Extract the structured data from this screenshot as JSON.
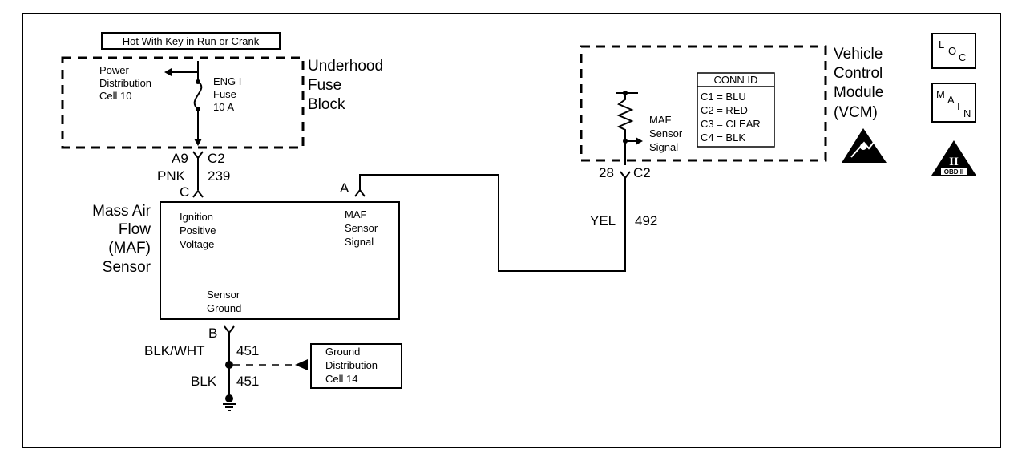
{
  "hot_label": "Hot With Key in Run or Crank",
  "underhood": {
    "title": [
      "Underhood",
      "Fuse",
      "Block"
    ],
    "pdc": [
      "Power",
      "Distribution",
      "Cell 10"
    ],
    "fuse": [
      "ENG I",
      "Fuse",
      "10 A"
    ]
  },
  "top_conn": {
    "left": "A9",
    "right": "C2"
  },
  "wire_pnk": {
    "color": "PNK",
    "circuit": "239"
  },
  "maf": {
    "pin_c": "C",
    "pin_a": "A",
    "pin_b": "B",
    "name": [
      "Mass Air",
      "Flow",
      "(MAF)",
      "Sensor"
    ],
    "ign": [
      "Ignition",
      "Positive",
      "Voltage"
    ],
    "sig": [
      "MAF",
      "Sensor",
      "Signal"
    ],
    "gnd": [
      "Sensor",
      "Ground"
    ]
  },
  "wire_blkwht": {
    "color": "BLK/WHT",
    "circuit": "451"
  },
  "wire_blk": {
    "color": "BLK",
    "circuit": "451"
  },
  "gdc": [
    "Ground",
    "Distribution",
    "Cell 14"
  ],
  "wire_yel": {
    "color": "YEL",
    "circuit": "492"
  },
  "vcm_conn": {
    "pin": "28",
    "conn": "C2"
  },
  "vcm": {
    "title": [
      "Vehicle",
      "Control",
      "Module",
      "(VCM)"
    ],
    "sensor": [
      "MAF",
      "Sensor",
      "Signal"
    ],
    "conn_id_title": "CONN ID",
    "conn_ids": [
      "C1 = BLU",
      "C2 = RED",
      "C3 = CLEAR",
      "C4 = BLK"
    ]
  },
  "icons": {
    "loc": [
      "L",
      "O",
      "C"
    ],
    "main": [
      "M",
      "A",
      "I",
      "N"
    ],
    "obd": [
      "II",
      "OBD II"
    ]
  }
}
